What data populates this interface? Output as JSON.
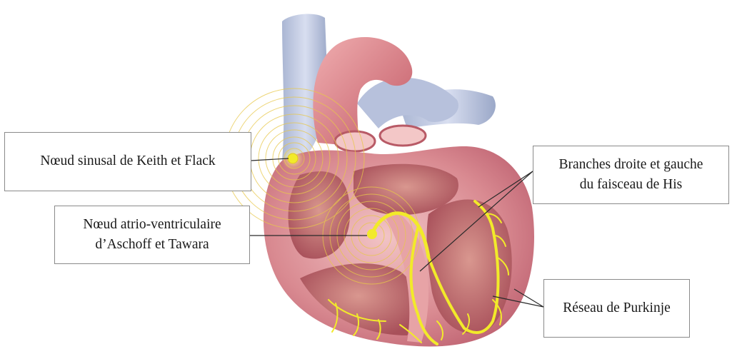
{
  "labels": {
    "sinus_node": "Nœud sinusal de Keith et Flack",
    "av_node": {
      "line1": "Nœud atrio-ventriculaire",
      "line2": "d’Aschoff et Tawara"
    },
    "his_bundle": {
      "line1": "Branches droite et gauche",
      "line2": "du faisceau de His"
    },
    "purkinje": "Réseau de Purkinje"
  },
  "colors": {
    "conduction": "#f2ea2a",
    "heart_wall": "#c96a72",
    "heart_light": "#e9aab0",
    "vessel_blue": "#b9c3dc",
    "leader_line": "#2a2a2a"
  }
}
